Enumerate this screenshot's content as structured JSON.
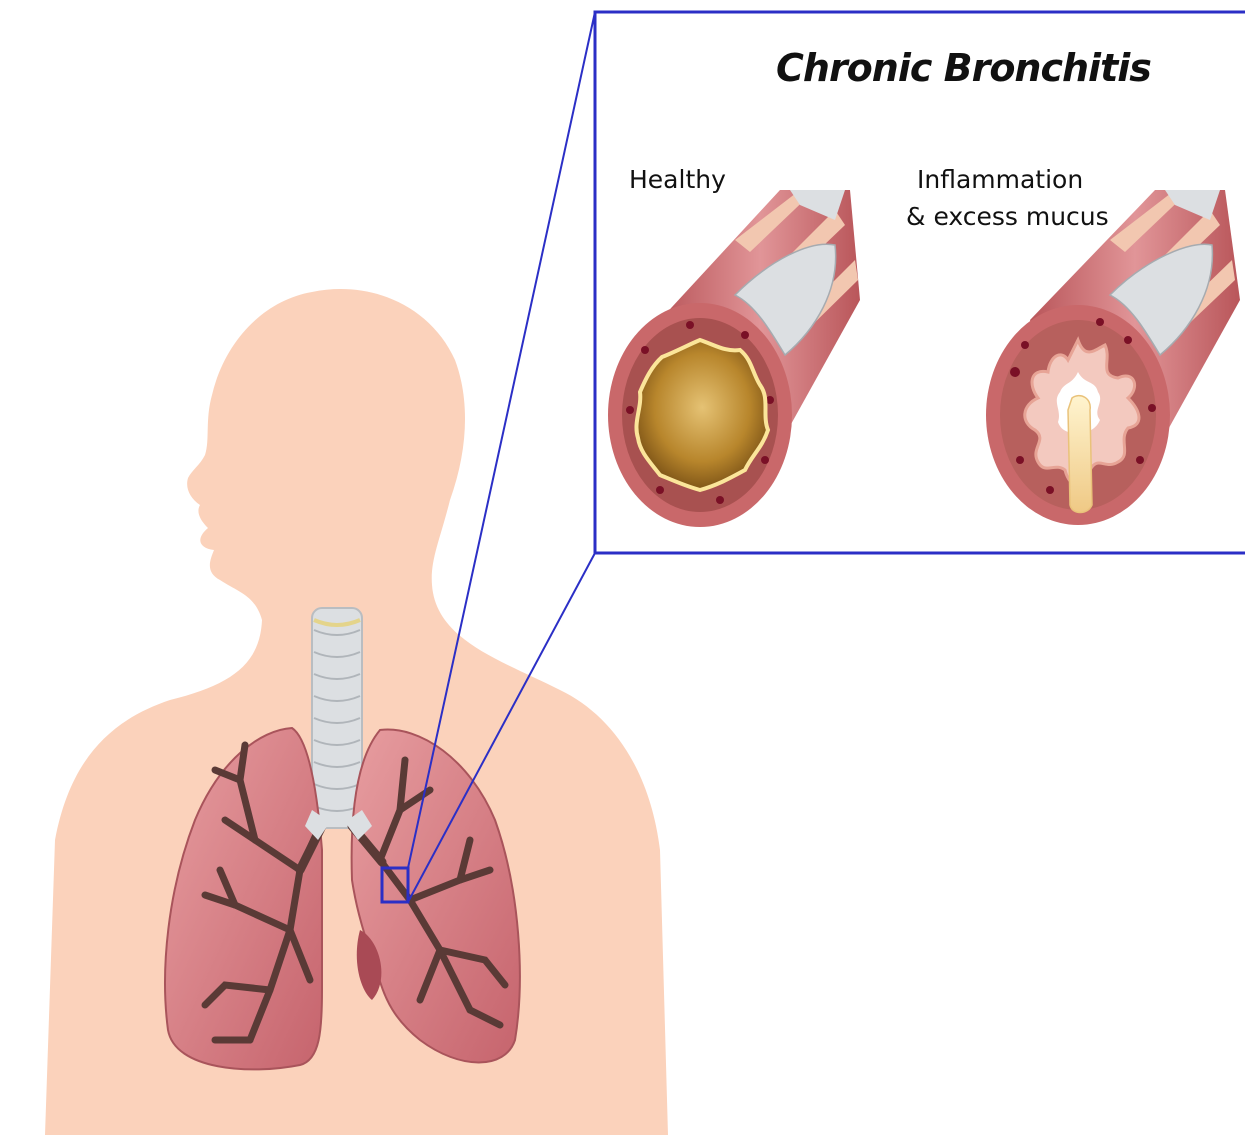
{
  "diagram": {
    "title": "Chronic Bronchitis",
    "panels": [
      {
        "label_lines": [
          "Healthy"
        ]
      },
      {
        "label_lines": [
          "Inflammation",
          "& excess mucus"
        ]
      }
    ]
  },
  "colors": {
    "skin": "#fbd2bb",
    "callout_border": "#2b2fc6",
    "lung": "#d67f86",
    "bronchi": "#5a3a36",
    "trachea": "#dcdfe2",
    "airway_wall": "#c9686a",
    "mucus": "#f6dba0"
  }
}
